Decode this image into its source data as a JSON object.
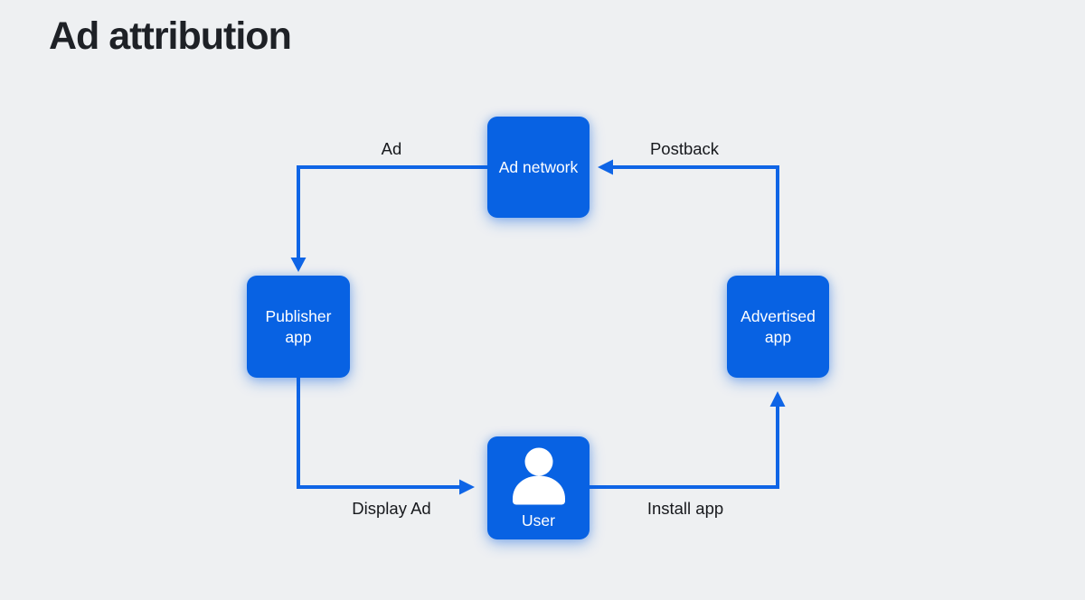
{
  "title": "Ad attribution",
  "nodes": {
    "ad_network": {
      "label": "Ad network"
    },
    "publisher_app": {
      "label": "Publisher app"
    },
    "advertised_app": {
      "label": "Advertised app"
    },
    "user": {
      "label": "User",
      "icon": "person-icon"
    }
  },
  "edges": {
    "ad": {
      "label": "Ad",
      "from": "Ad network",
      "to": "Publisher app"
    },
    "postback": {
      "label": "Postback",
      "from": "Advertised app",
      "to": "Ad network"
    },
    "display_ad": {
      "label": "Display Ad",
      "from": "Publisher app",
      "to": "User"
    },
    "install_app": {
      "label": "Install app",
      "from": "User",
      "to": "Advertised app"
    }
  },
  "colors": {
    "background": "#eef0f2",
    "node_fill": "#0862e3",
    "arrow": "#0f65e6",
    "node_text": "#ffffff",
    "label_text": "#17191d",
    "title_text": "#1e2126"
  }
}
